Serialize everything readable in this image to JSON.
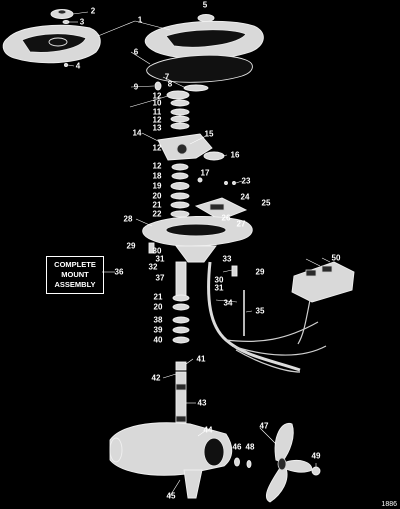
{
  "callouts": [
    "1",
    "2",
    "3",
    "4",
    "5",
    "6",
    "7",
    "8",
    "9",
    "10",
    "11",
    "12",
    "13",
    "14",
    "15",
    "16",
    "17",
    "18",
    "19",
    "20",
    "21",
    "22",
    "23",
    "24",
    "25",
    "26",
    "27",
    "28",
    "29",
    "30",
    "31",
    "32",
    "33",
    "34",
    "35",
    "36",
    "37",
    "38",
    "39",
    "40",
    "41",
    "42",
    "43",
    "44",
    "45",
    "46",
    "47",
    "48",
    "49",
    "50"
  ],
  "repeat_callouts": {
    "c12b": "12",
    "c12c": "12",
    "c12d": "12",
    "c20b": "20",
    "c21b": "21",
    "c29b": "29",
    "c30b": "30",
    "c31b": "31"
  },
  "mount_box": {
    "line1": "COMPLETE",
    "line2": "MOUNT",
    "line3": "ASSEMBLY"
  },
  "reference_number": "1886"
}
